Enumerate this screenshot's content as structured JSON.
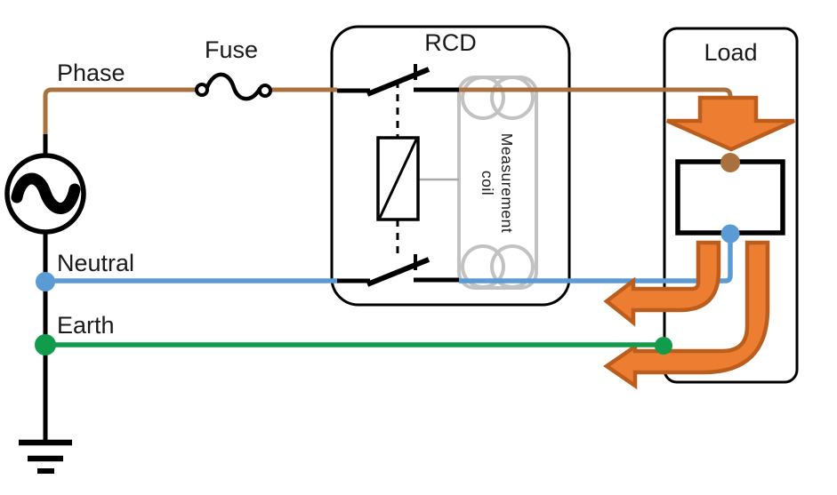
{
  "labels": {
    "phase": "Phase",
    "fuse": "Fuse",
    "rcd": "RCD",
    "load": "Load",
    "neutral": "Neutral",
    "earth": "Earth",
    "coil_line1": "Measurement",
    "coil_line2": "coil"
  },
  "colors": {
    "phase_wire": "#A8713E",
    "neutral_wire": "#5B9BD5",
    "earth_wire": "#119C4B",
    "arrow_fill": "#ED7D31",
    "arrow_outline": "#BA5D1D",
    "coil_gray": "#C2C2C2",
    "connector_gray": "#A9A9A9",
    "line_black": "#000000",
    "background": "#FFFFFF",
    "label_text": "#1A1A1A"
  }
}
